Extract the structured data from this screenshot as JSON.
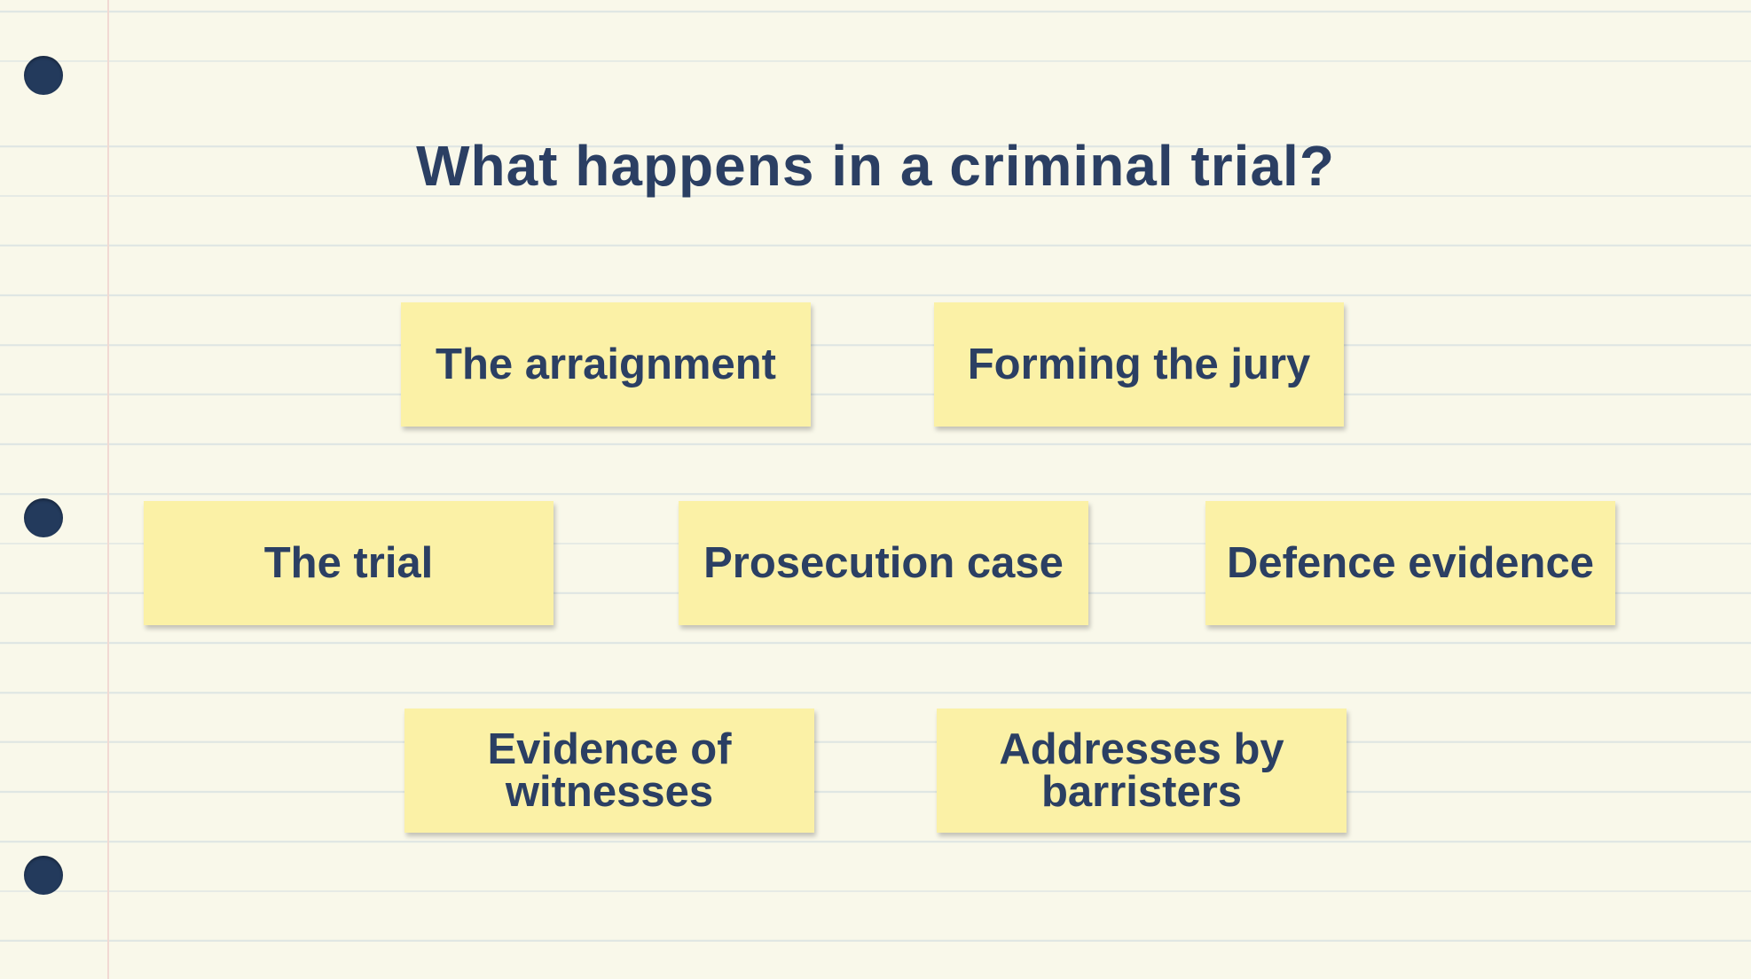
{
  "title": "What happens in a criminal trial?",
  "notes": [
    {
      "label": "The arraignment"
    },
    {
      "label": "Forming the jury"
    },
    {
      "label": "The trial"
    },
    {
      "label": "Prosecution case"
    },
    {
      "label": "Defence evidence"
    },
    {
      "label": "Evidence of\nwitnesses"
    },
    {
      "label": "Addresses by\nbarristers"
    }
  ],
  "colors": {
    "paper": "#f9f8ea",
    "rule_line": "#dfe6e3",
    "margin_line": "#f1d9d3",
    "note": "#fbf1a6",
    "text": "#2b3f63",
    "hole": "#233a5c"
  }
}
